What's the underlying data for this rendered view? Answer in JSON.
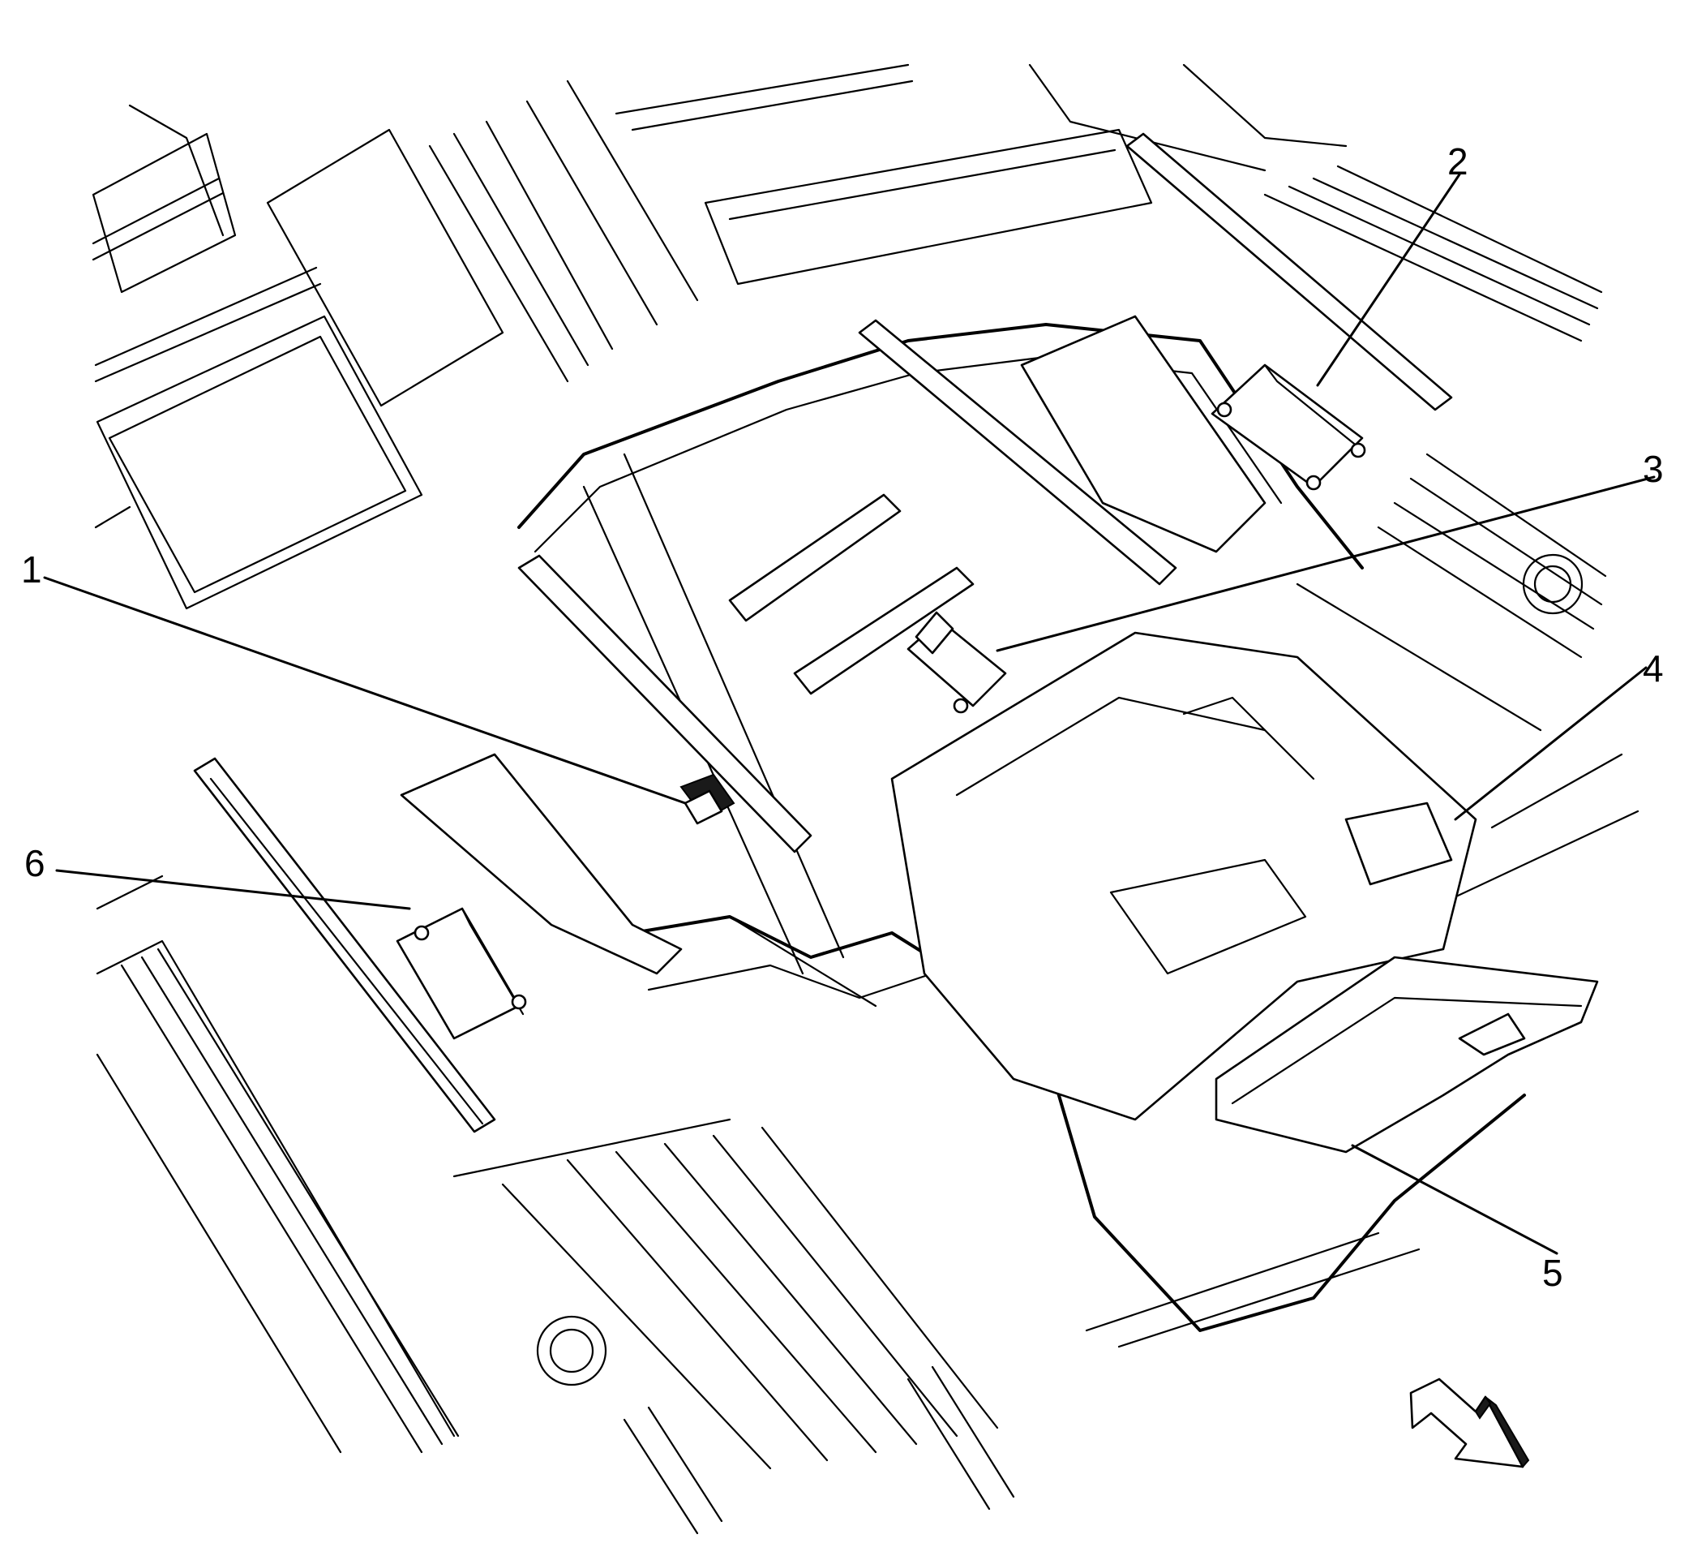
{
  "callouts": [
    {
      "id": "1",
      "label": "1"
    },
    {
      "id": "2",
      "label": "2"
    },
    {
      "id": "3",
      "label": "3"
    },
    {
      "id": "4",
      "label": "4"
    },
    {
      "id": "5",
      "label": "5"
    },
    {
      "id": "6",
      "label": "6"
    }
  ],
  "colors": {
    "ink": "#000000",
    "background": "#ffffff"
  },
  "icons": {
    "direction_arrow": "front-direction-arrow-icon"
  }
}
